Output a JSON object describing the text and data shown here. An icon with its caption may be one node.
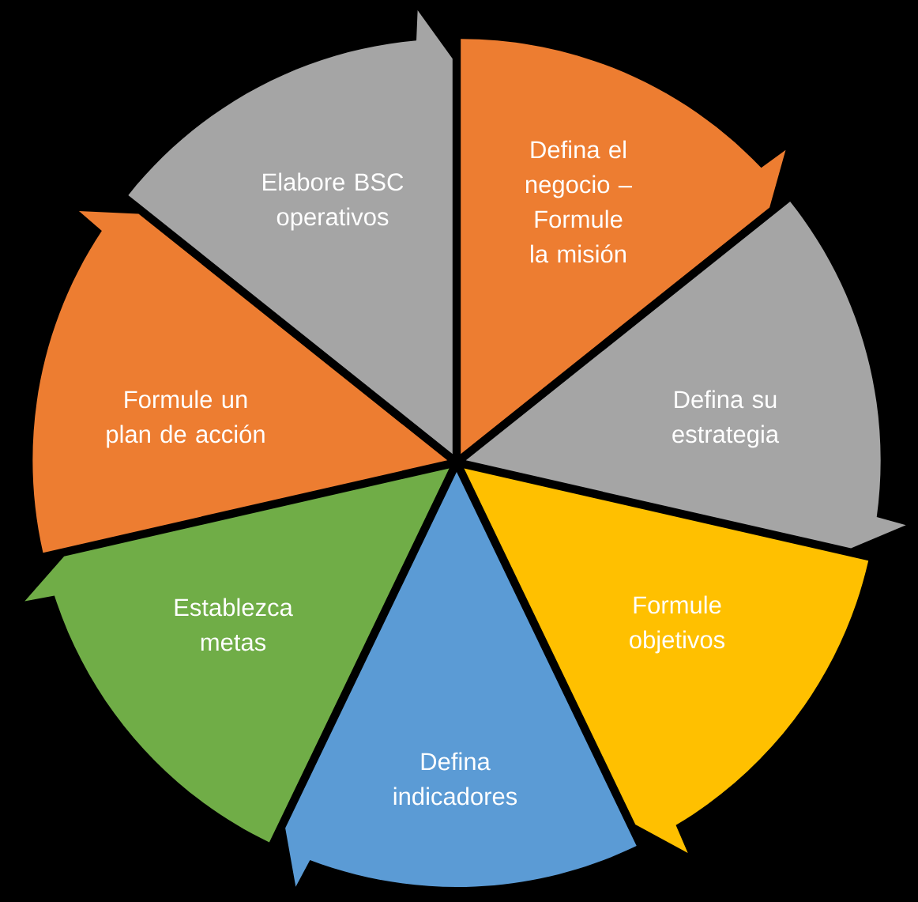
{
  "diagram": {
    "nodes": [
      {
        "text": [
          "Defina el negocio – Formule la misión"
        ]
      },
      {
        "text": [
          "Defina su estrategia"
        ]
      },
      {
        "text": [
          "Formule objetivos"
        ]
      },
      {
        "text": [
          "Defina indicadores"
        ]
      },
      {
        "text": [
          "Establezca metas"
        ]
      },
      {
        "text": [
          "Formule un plan de acción"
        ]
      },
      {
        "text": [
          "Elabore BSC operativos"
        ]
      }
    ]
  }
}
